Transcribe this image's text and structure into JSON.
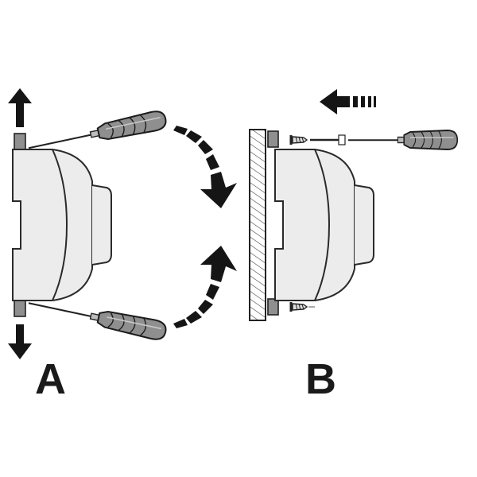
{
  "panels": [
    {
      "id": "A",
      "label": "A"
    },
    {
      "id": "B",
      "label": "B"
    }
  ],
  "colors": {
    "housing_fill": "#ececec",
    "housing_stroke": "#2a2a2a",
    "mounting_foot": "#8f8f8f",
    "screwdriver_handle": "#909090",
    "arrow": "#151515",
    "wall_hatch": "#444444"
  },
  "icons": {
    "screwdriver": "screwdriver-icon",
    "arrow_up": "arrow-up-icon",
    "arrow_down": "arrow-down-icon",
    "curved_arrow": "curved-arrow-icon",
    "screw": "screw-icon"
  }
}
